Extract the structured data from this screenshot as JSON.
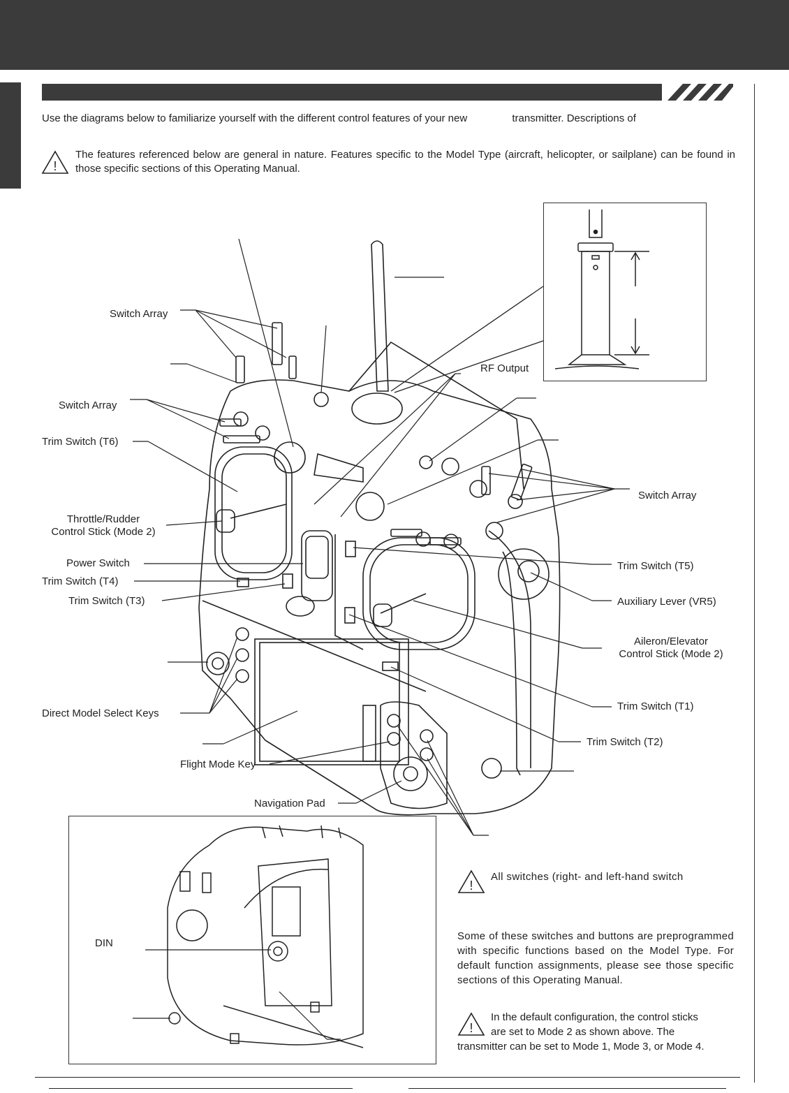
{
  "intro": {
    "text_before": "Use the diagrams below to familiarize yourself with the different control features of your new",
    "text_after": "transmitter. Descriptions of"
  },
  "notes": {
    "general": "The features referenced below are general in nature. Features specific to the Model Type (aircraft, helicopter, or sailplane) can be found in those specific sections of this Operating Manual.",
    "switches": "All switches (right- and left-hand switch",
    "preprogrammed": "Some of these switches and buttons are preprogrammed with specific functions based on the Model Type. For default function assignments, please see those specific sections of this Operating Manual.",
    "mode_line1": "In the default configuration, the control sticks",
    "mode_line2": "are set to Mode 2 as shown above. The",
    "mode_line3": "transmitter can be set to Mode 1, Mode 3, or Mode 4."
  },
  "labels": {
    "switch_array_top": "Switch Array",
    "switch_array_left": "Switch Array",
    "switch_array_right": "Switch Array",
    "trim_t6": "Trim Switch (T6)",
    "throttle_line1": "Throttle/Rudder",
    "throttle_line2": "Control Stick (Mode 2)",
    "power_switch": "Power Switch",
    "trim_t4": "Trim Switch (T4)",
    "trim_t3": "Trim Switch (T3)",
    "direct_model_select": "Direct Model Select Keys",
    "flight_mode_key": "Flight Mode Key",
    "navigation_pad": "Navigation Pad",
    "rf_output": "RF Output",
    "trim_t5": "Trim Switch (T5)",
    "aux_lever": "Auxiliary Lever (VR5)",
    "aileron_line1": "Aileron/Elevator",
    "aileron_line2": "Control Stick (Mode 2)",
    "trim_t1": "Trim Switch (T1)",
    "trim_t2": "Trim Switch (T2)",
    "din": "DIN"
  },
  "colors": {
    "header": "#3b3b3b",
    "ink": "#222222",
    "line": "#333333"
  },
  "icons": [
    "warning-triangle-icon"
  ]
}
